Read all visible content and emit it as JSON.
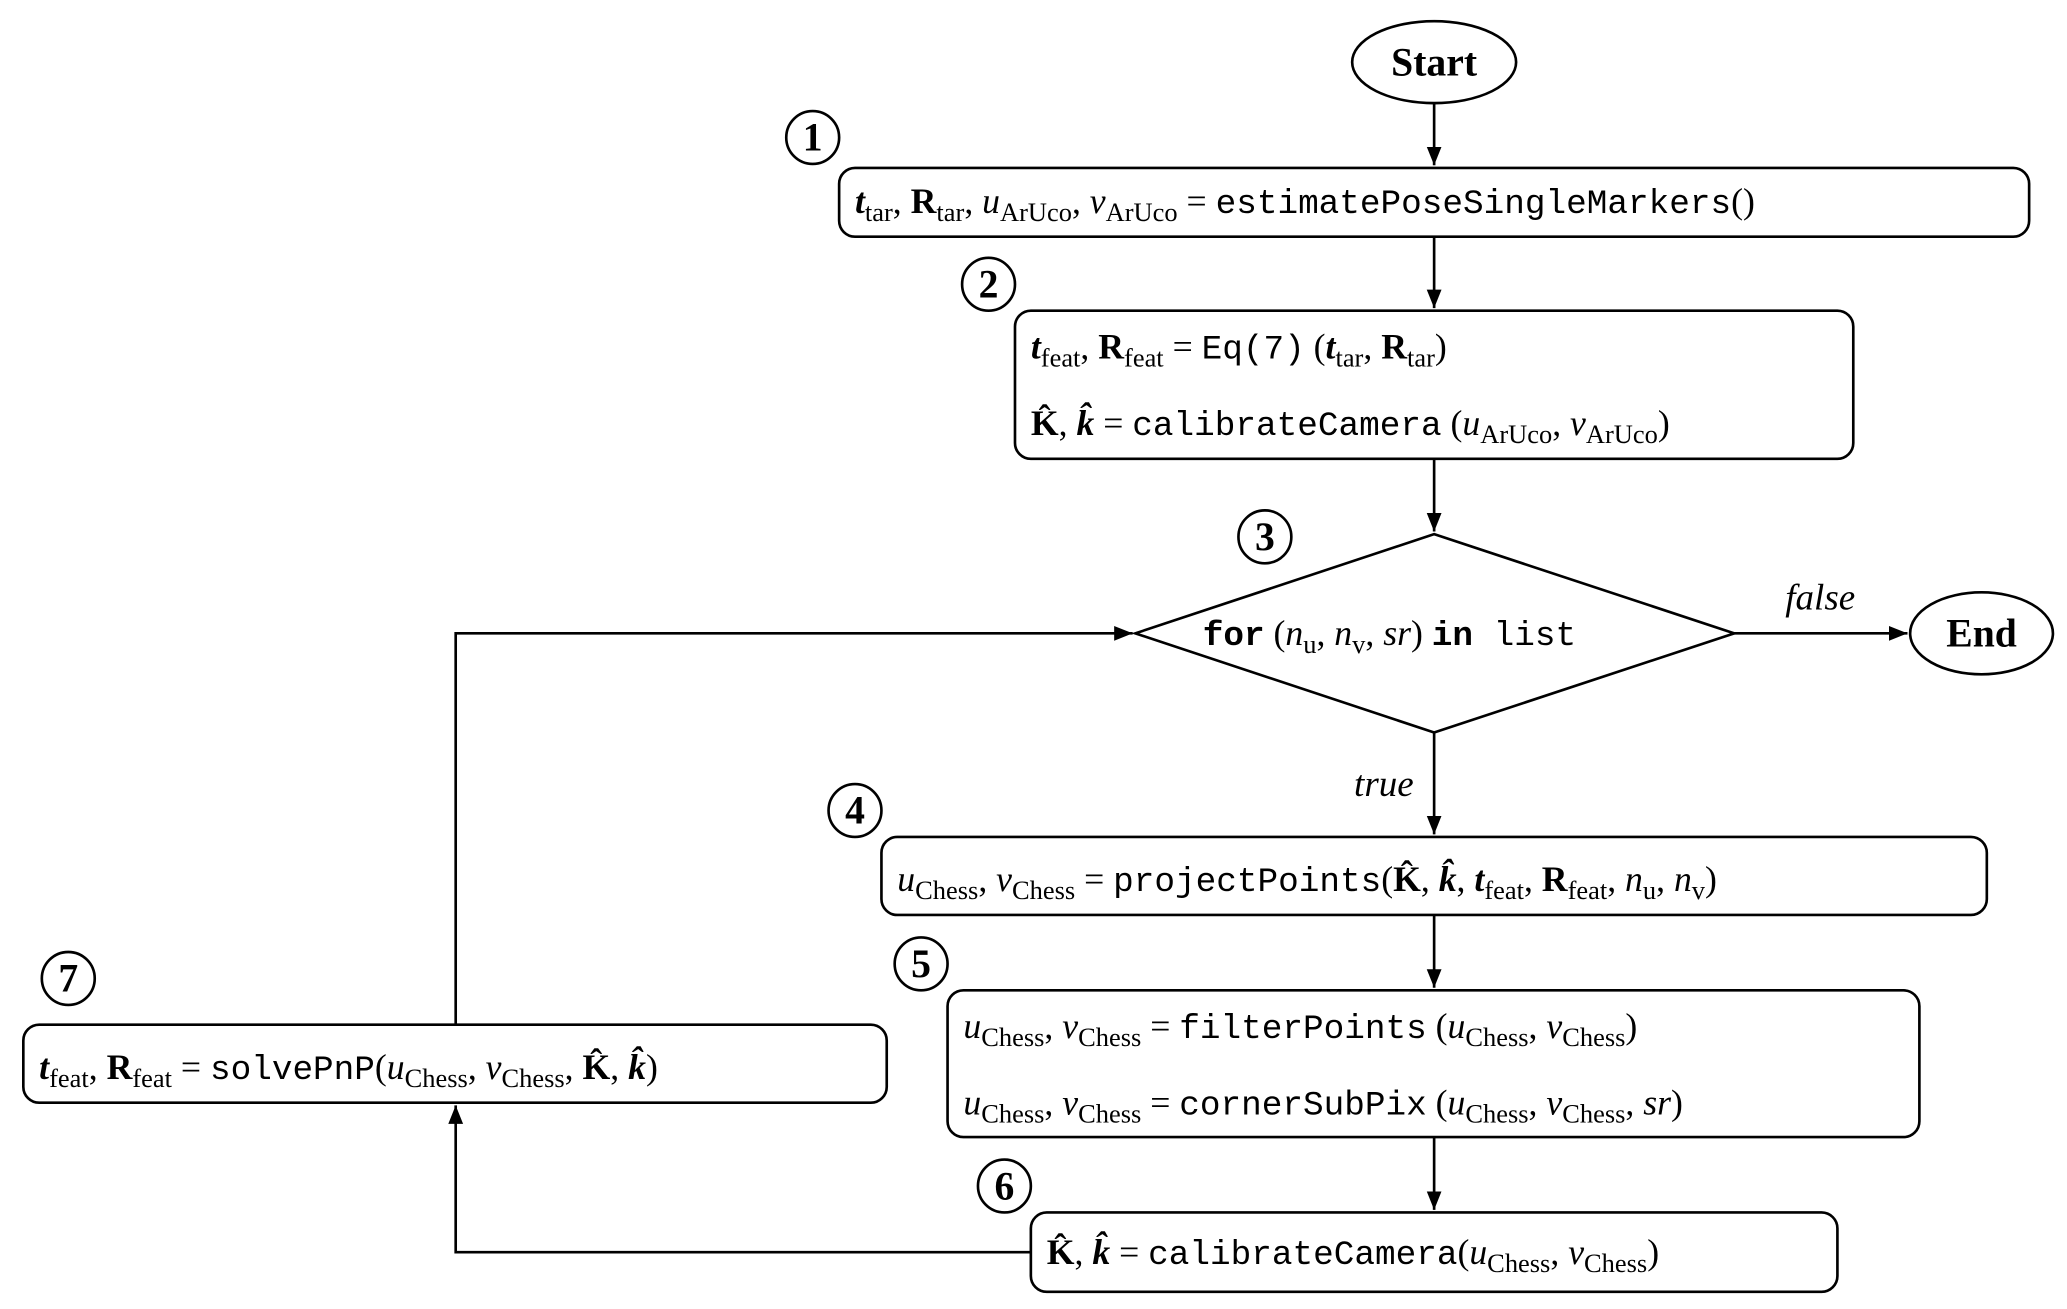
{
  "start": "Start",
  "end": "End",
  "edge_false": "false",
  "edge_true": "true",
  "steps": [
    {
      "num": "1",
      "lines": [
        [
          {
            "t": "t",
            "s": "bi"
          },
          {
            "t": "tar",
            "s": "sub"
          },
          {
            "t": ", ",
            "s": "r"
          },
          {
            "t": "R",
            "s": "b"
          },
          {
            "t": "tar",
            "s": "sub"
          },
          {
            "t": ", ",
            "s": "r"
          },
          {
            "t": "u",
            "s": "i"
          },
          {
            "t": "ArUco",
            "s": "sub"
          },
          {
            "t": ", ",
            "s": "r"
          },
          {
            "t": "v",
            "s": "i"
          },
          {
            "t": "ArUco",
            "s": "sub"
          },
          {
            "t": " = ",
            "s": "r"
          },
          {
            "t": "estimatePoseSingleMarkers",
            "s": "mono"
          },
          {
            "t": "()",
            "s": "r"
          }
        ]
      ]
    },
    {
      "num": "2",
      "lines": [
        [
          {
            "t": "t",
            "s": "bi"
          },
          {
            "t": "feat",
            "s": "sub"
          },
          {
            "t": ", ",
            "s": "r"
          },
          {
            "t": "R",
            "s": "b"
          },
          {
            "t": "feat",
            "s": "sub"
          },
          {
            "t": " = ",
            "s": "r"
          },
          {
            "t": "Eq(7)",
            "s": "mono"
          },
          {
            "t": " (",
            "s": "r"
          },
          {
            "t": "t",
            "s": "bi"
          },
          {
            "t": "tar",
            "s": "sub"
          },
          {
            "t": ", ",
            "s": "r"
          },
          {
            "t": "R",
            "s": "b"
          },
          {
            "t": "tar",
            "s": "sub"
          },
          {
            "t": ")",
            "s": "r"
          }
        ],
        [
          {
            "t": "K̂",
            "s": "b"
          },
          {
            "t": ", ",
            "s": "r"
          },
          {
            "t": "k̂",
            "s": "bi"
          },
          {
            "t": " = ",
            "s": "r"
          },
          {
            "t": "calibrateCamera",
            "s": "mono"
          },
          {
            "t": " (",
            "s": "r"
          },
          {
            "t": "u",
            "s": "i"
          },
          {
            "t": "ArUco",
            "s": "sub"
          },
          {
            "t": ", ",
            "s": "r"
          },
          {
            "t": "v",
            "s": "i"
          },
          {
            "t": "ArUco",
            "s": "sub"
          },
          {
            "t": ")",
            "s": "r"
          }
        ]
      ]
    },
    {
      "num": "3",
      "lines": [
        [
          {
            "t": "for",
            "s": "mb"
          },
          {
            "t": " (",
            "s": "r"
          },
          {
            "t": "n",
            "s": "i"
          },
          {
            "t": "u",
            "s": "sub"
          },
          {
            "t": ", ",
            "s": "r"
          },
          {
            "t": "n",
            "s": "i"
          },
          {
            "t": "v",
            "s": "sub"
          },
          {
            "t": ", ",
            "s": "r"
          },
          {
            "t": "sr",
            "s": "i"
          },
          {
            "t": ") ",
            "s": "r"
          },
          {
            "t": "in",
            "s": "mb"
          },
          {
            "t": " list",
            "s": "mono"
          }
        ]
      ]
    },
    {
      "num": "4",
      "lines": [
        [
          {
            "t": "u",
            "s": "i"
          },
          {
            "t": "Chess",
            "s": "sub"
          },
          {
            "t": ", ",
            "s": "r"
          },
          {
            "t": "v",
            "s": "i"
          },
          {
            "t": "Chess",
            "s": "sub"
          },
          {
            "t": " = ",
            "s": "r"
          },
          {
            "t": "projectPoints",
            "s": "mono"
          },
          {
            "t": "(",
            "s": "r"
          },
          {
            "t": "K̂",
            "s": "b"
          },
          {
            "t": ", ",
            "s": "r"
          },
          {
            "t": "k̂",
            "s": "bi"
          },
          {
            "t": ", ",
            "s": "r"
          },
          {
            "t": "t",
            "s": "bi"
          },
          {
            "t": "feat",
            "s": "sub"
          },
          {
            "t": ", ",
            "s": "r"
          },
          {
            "t": "R",
            "s": "b"
          },
          {
            "t": "feat",
            "s": "sub"
          },
          {
            "t": ", ",
            "s": "r"
          },
          {
            "t": "n",
            "s": "i"
          },
          {
            "t": "u",
            "s": "sub"
          },
          {
            "t": ", ",
            "s": "r"
          },
          {
            "t": "n",
            "s": "i"
          },
          {
            "t": "v",
            "s": "sub"
          },
          {
            "t": ")",
            "s": "r"
          }
        ]
      ]
    },
    {
      "num": "5",
      "lines": [
        [
          {
            "t": "u",
            "s": "i"
          },
          {
            "t": "Chess",
            "s": "sub"
          },
          {
            "t": ", ",
            "s": "r"
          },
          {
            "t": "v",
            "s": "i"
          },
          {
            "t": "Chess",
            "s": "sub"
          },
          {
            "t": " = ",
            "s": "r"
          },
          {
            "t": "filterPoints",
            "s": "mono"
          },
          {
            "t": " (",
            "s": "r"
          },
          {
            "t": "u",
            "s": "i"
          },
          {
            "t": "Chess",
            "s": "sub"
          },
          {
            "t": ", ",
            "s": "r"
          },
          {
            "t": "v",
            "s": "i"
          },
          {
            "t": "Chess",
            "s": "sub"
          },
          {
            "t": ")",
            "s": "r"
          }
        ],
        [
          {
            "t": "u",
            "s": "i"
          },
          {
            "t": "Chess",
            "s": "sub"
          },
          {
            "t": ", ",
            "s": "r"
          },
          {
            "t": "v",
            "s": "i"
          },
          {
            "t": "Chess",
            "s": "sub"
          },
          {
            "t": " = ",
            "s": "r"
          },
          {
            "t": "cornerSubPix",
            "s": "mono"
          },
          {
            "t": " (",
            "s": "r"
          },
          {
            "t": "u",
            "s": "i"
          },
          {
            "t": "Chess",
            "s": "sub"
          },
          {
            "t": ", ",
            "s": "r"
          },
          {
            "t": "v",
            "s": "i"
          },
          {
            "t": "Chess",
            "s": "sub"
          },
          {
            "t": ", ",
            "s": "r"
          },
          {
            "t": "sr",
            "s": "i"
          },
          {
            "t": ")",
            "s": "r"
          }
        ]
      ]
    },
    {
      "num": "6",
      "lines": [
        [
          {
            "t": "K̂",
            "s": "b"
          },
          {
            "t": ", ",
            "s": "r"
          },
          {
            "t": "k̂",
            "s": "bi"
          },
          {
            "t": " = ",
            "s": "r"
          },
          {
            "t": "calibrateCamera",
            "s": "mono"
          },
          {
            "t": "(",
            "s": "r"
          },
          {
            "t": "u",
            "s": "i"
          },
          {
            "t": "Chess",
            "s": "sub"
          },
          {
            "t": ", ",
            "s": "r"
          },
          {
            "t": "v",
            "s": "i"
          },
          {
            "t": "Chess",
            "s": "sub"
          },
          {
            "t": ")",
            "s": "r"
          }
        ]
      ]
    },
    {
      "num": "7",
      "lines": [
        [
          {
            "t": "t",
            "s": "bi"
          },
          {
            "t": "feat",
            "s": "sub"
          },
          {
            "t": ", ",
            "s": "r"
          },
          {
            "t": "R",
            "s": "b"
          },
          {
            "t": "feat",
            "s": "sub"
          },
          {
            "t": " = ",
            "s": "r"
          },
          {
            "t": "solvePnP",
            "s": "mono"
          },
          {
            "t": "(",
            "s": "r"
          },
          {
            "t": "u",
            "s": "i"
          },
          {
            "t": "Chess",
            "s": "sub"
          },
          {
            "t": ", ",
            "s": "r"
          },
          {
            "t": "v",
            "s": "i"
          },
          {
            "t": "Chess",
            "s": "sub"
          },
          {
            "t": ", ",
            "s": "r"
          },
          {
            "t": "K̂",
            "s": "b"
          },
          {
            "t": ", ",
            "s": "r"
          },
          {
            "t": "k̂",
            "s": "bi"
          },
          {
            "t": ")",
            "s": "r"
          }
        ]
      ]
    }
  ]
}
